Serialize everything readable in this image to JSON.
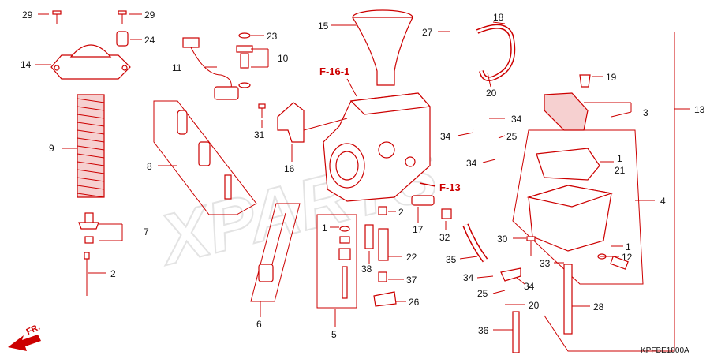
{
  "diagram": {
    "watermark": "XPARTS",
    "code": "KPFBE1800A",
    "direction": "FR.",
    "refs": [
      "F-16-1",
      "F-13"
    ],
    "callouts": [
      {
        "id": "c29a",
        "text": "29"
      },
      {
        "id": "c29b",
        "text": "29"
      },
      {
        "id": "c24",
        "text": "24"
      },
      {
        "id": "c14",
        "text": "14"
      },
      {
        "id": "c9",
        "text": "9"
      },
      {
        "id": "c7",
        "text": "7"
      },
      {
        "id": "c2a",
        "text": "2"
      },
      {
        "id": "c11",
        "text": "11"
      },
      {
        "id": "c23",
        "text": "23"
      },
      {
        "id": "c10",
        "text": "10"
      },
      {
        "id": "c15",
        "text": "15"
      },
      {
        "id": "c27",
        "text": "27"
      },
      {
        "id": "c18",
        "text": "18"
      },
      {
        "id": "c19",
        "text": "19"
      },
      {
        "id": "c3",
        "text": "3"
      },
      {
        "id": "c13",
        "text": "13"
      },
      {
        "id": "c20a",
        "text": "20"
      },
      {
        "id": "c34a",
        "text": "34"
      },
      {
        "id": "c34b",
        "text": "34"
      },
      {
        "id": "c25a",
        "text": "25"
      },
      {
        "id": "c34c",
        "text": "34"
      },
      {
        "id": "c1a",
        "text": "1"
      },
      {
        "id": "c21",
        "text": "21"
      },
      {
        "id": "c4",
        "text": "4"
      },
      {
        "id": "c31",
        "text": "31"
      },
      {
        "id": "c8",
        "text": "8"
      },
      {
        "id": "c16",
        "text": "16"
      },
      {
        "id": "c1b",
        "text": "1"
      },
      {
        "id": "c2b",
        "text": "2"
      },
      {
        "id": "c17",
        "text": "17"
      },
      {
        "id": "c32",
        "text": "32"
      },
      {
        "id": "c38",
        "text": "38"
      },
      {
        "id": "c22",
        "text": "22"
      },
      {
        "id": "c37",
        "text": "37"
      },
      {
        "id": "c26",
        "text": "26"
      },
      {
        "id": "c6",
        "text": "6"
      },
      {
        "id": "c5",
        "text": "5"
      },
      {
        "id": "c35",
        "text": "35"
      },
      {
        "id": "c30",
        "text": "30"
      },
      {
        "id": "c1c",
        "text": "1"
      },
      {
        "id": "c12",
        "text": "12"
      },
      {
        "id": "c33",
        "text": "33"
      },
      {
        "id": "c34d",
        "text": "34"
      },
      {
        "id": "c34e",
        "text": "34"
      },
      {
        "id": "c25b",
        "text": "25"
      },
      {
        "id": "c20b",
        "text": "20"
      },
      {
        "id": "c28",
        "text": "28"
      },
      {
        "id": "c36",
        "text": "36"
      }
    ]
  }
}
